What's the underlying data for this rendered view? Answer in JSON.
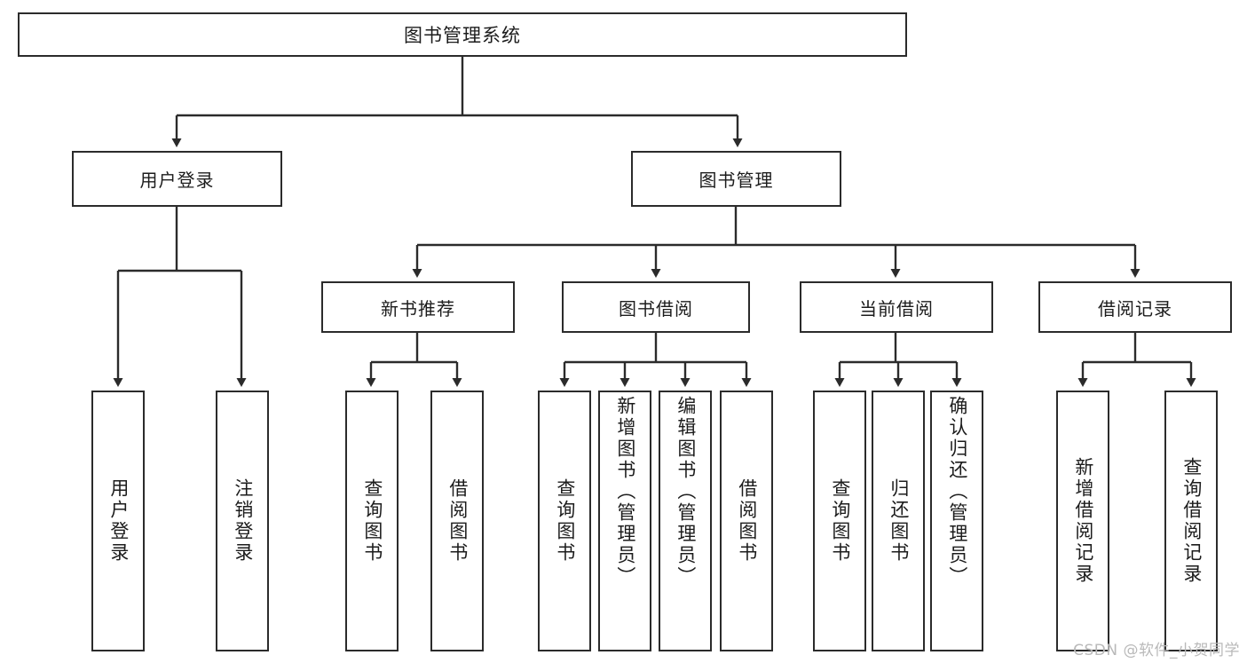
{
  "diagram": {
    "title": "图书管理系统",
    "watermark": "CSDN @软件_小贺同学",
    "accent_color": "#2b2b2b",
    "background_color": "#ffffff",
    "root": {
      "label": "图书管理系统"
    },
    "level2": [
      {
        "label": "用户登录"
      },
      {
        "label": "图书管理"
      }
    ],
    "level3": [
      {
        "label": "新书推荐"
      },
      {
        "label": "图书借阅"
      },
      {
        "label": "当前借阅"
      },
      {
        "label": "借阅记录"
      }
    ],
    "leaves": [
      {
        "label": "用户登录"
      },
      {
        "label": "注销登录"
      },
      {
        "label": "查询图书"
      },
      {
        "label": "借阅图书"
      },
      {
        "label": "查询图书"
      },
      {
        "label": "新增图书（管理员）"
      },
      {
        "label": "编辑图书（管理员）"
      },
      {
        "label": "借阅图书"
      },
      {
        "label": "查询图书"
      },
      {
        "label": "归还图书"
      },
      {
        "label": "确认归还（管理员）"
      },
      {
        "label": "新增借阅记录"
      },
      {
        "label": "查询借阅记录"
      }
    ]
  }
}
